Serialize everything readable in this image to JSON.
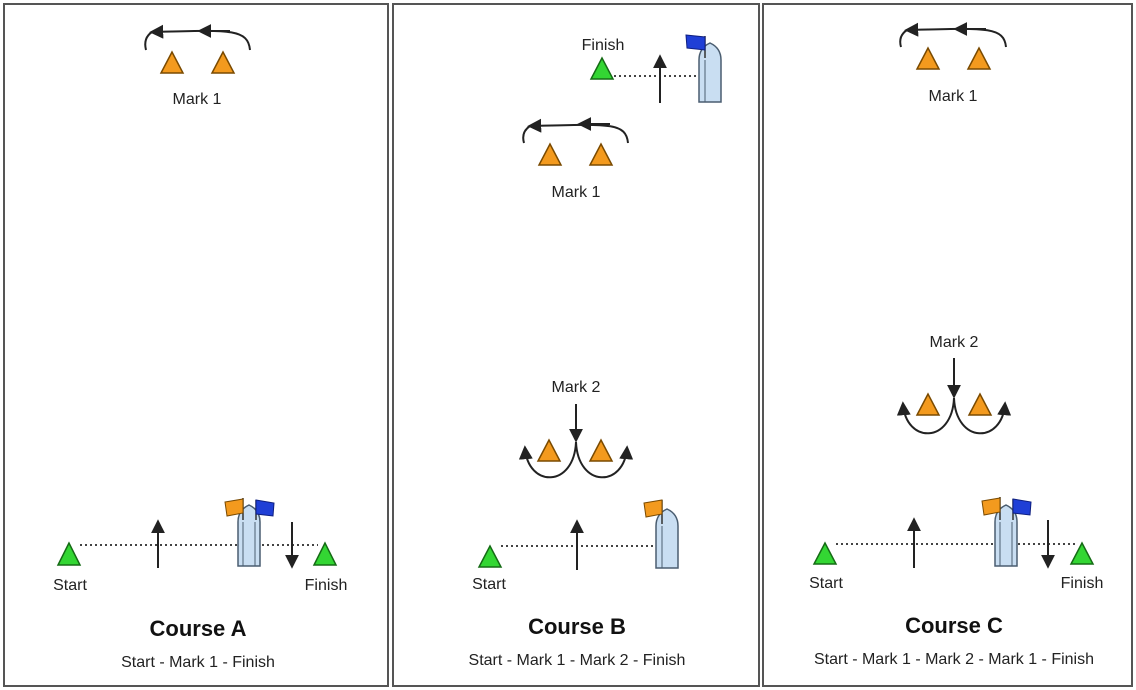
{
  "panels": [
    {
      "id": "a",
      "title": "Course A",
      "sequence": "Start - Mark 1 - Finish",
      "mark1_label": "Mark 1",
      "start_label": "Start",
      "finish_label": "Finish"
    },
    {
      "id": "b",
      "title": "Course B",
      "sequence": "Start - Mark 1 - Mark 2 - Finish",
      "mark1_label": "Mark 1",
      "mark2_label": "Mark 2",
      "start_label": "Start",
      "finish_label": "Finish"
    },
    {
      "id": "c",
      "title": "Course C",
      "sequence": "Start - Mark 1 - Mark 2 - Mark 1 - Finish",
      "mark1_label": "Mark 1",
      "mark2_label": "Mark 2",
      "start_label": "Start",
      "finish_label": "Finish"
    }
  ],
  "colors": {
    "mark": "#f39a1e",
    "start_finish_buoy": "#33d633",
    "committee_boat": "#c9def2",
    "flag_orange": "#f39a1e",
    "flag_blue": "#1f3fd6"
  }
}
